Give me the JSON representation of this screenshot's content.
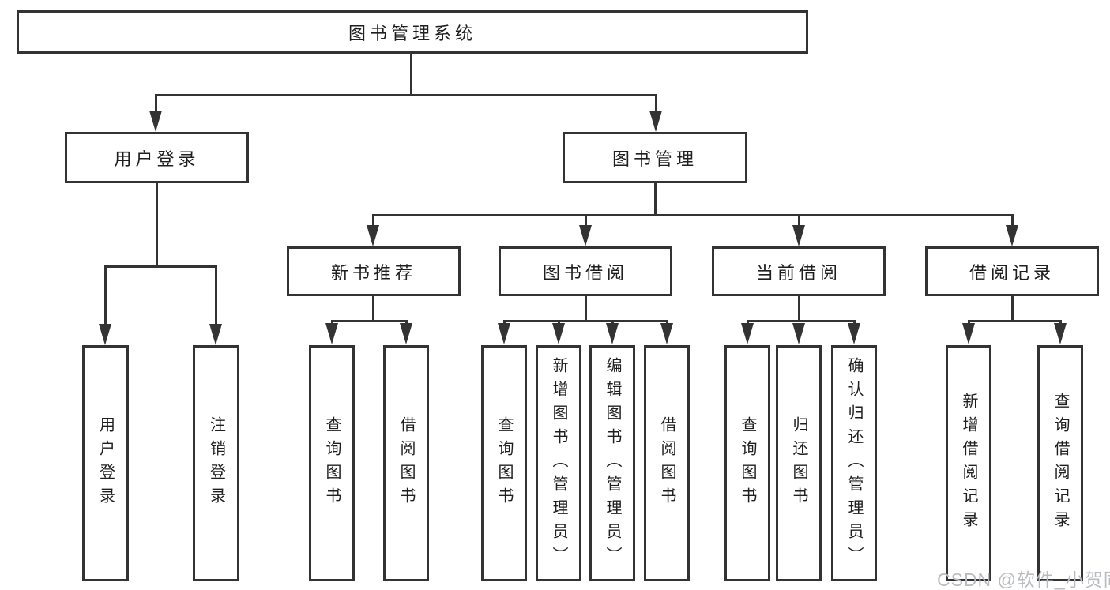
{
  "diagram": {
    "root": {
      "label": "图书管理系统"
    },
    "login": {
      "label": "用户登录",
      "children": [
        {
          "label": "用户登录"
        },
        {
          "label": "注销登录"
        }
      ]
    },
    "management": {
      "label": "图书管理",
      "groups": [
        {
          "label": "新书推荐",
          "children": [
            {
              "label": "查询图书"
            },
            {
              "label": "借阅图书"
            }
          ]
        },
        {
          "label": "图书借阅",
          "children": [
            {
              "label": "查询图书"
            },
            {
              "label": "新增图书（管理员）"
            },
            {
              "label": "编辑图书（管理员）"
            },
            {
              "label": "借阅图书"
            }
          ]
        },
        {
          "label": "当前借阅",
          "children": [
            {
              "label": "查询图书"
            },
            {
              "label": "归还图书"
            },
            {
              "label": "确认归还（管理员）"
            }
          ]
        },
        {
          "label": "借阅记录",
          "children": [
            {
              "label": "新增借阅记录"
            },
            {
              "label": "查询借阅记录"
            }
          ]
        }
      ]
    }
  },
  "watermark": {
    "text": "CSDN @软件_小贺同学"
  },
  "colors": {
    "line": "#333333",
    "text": "#1f1f1f",
    "background": "#ffffff",
    "watermark": "#b8bcc2"
  }
}
